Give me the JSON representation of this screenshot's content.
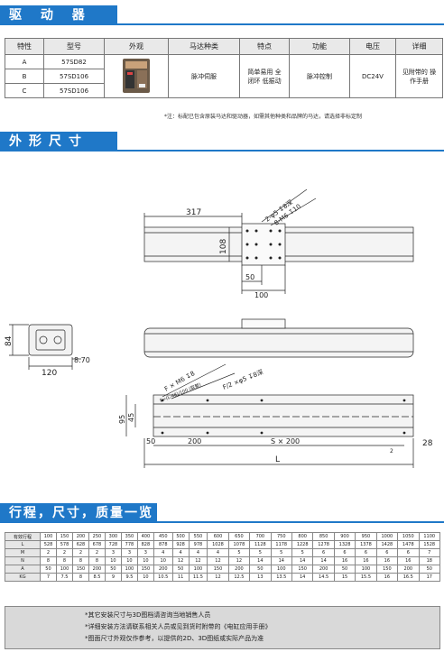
{
  "sections": {
    "drive": "驱 动 器",
    "outline": "外形尺寸",
    "stroke": "行程，尺寸，质量一览表"
  },
  "drive_table": {
    "headers": [
      "特性",
      "型号",
      "外观",
      "马达种类",
      "特点",
      "功能",
      "电压",
      "详细"
    ],
    "row_labels": [
      "A",
      "B",
      "C"
    ],
    "models": [
      "57SD82",
      "57SD106",
      "57SD106"
    ],
    "motor_type": "脉冲伺服",
    "feature": "简单易用 全闭环 低振动",
    "function": "脉冲控制",
    "voltage": "DC24V",
    "detail": "见附带的 操作手册"
  },
  "drive_note": "*注：标配已包含原装马达和驱动器，如需其他种类和品牌的马达，请选择非标定制",
  "dims": {
    "d317": "317",
    "d108": "108",
    "d50": "50",
    "d100": "100",
    "hole_a": "2-φ5  ↧8深",
    "hole_b": "8-M6 ↧10",
    "d84": "84",
    "d120": "120",
    "d870": "8.70",
    "hole_c": "F × M6 ↧8",
    "hole_d": "F/2 ×φ5  ↧8深",
    "f_note": "F=(L-48)/100 (取整)",
    "d95": "95",
    "d45": "45",
    "d200": "200",
    "ds": "S × 200",
    "d28": "28",
    "dl": "L",
    "d2": "2"
  },
  "stroke_table": {
    "rows": [
      {
        "label": "有效行程",
        "values": [
          "100",
          "150",
          "200",
          "250",
          "300",
          "350",
          "400",
          "450",
          "500",
          "550",
          "600",
          "650",
          "700",
          "750",
          "800",
          "850",
          "900",
          "950",
          "1000",
          "1050",
          "1100"
        ]
      },
      {
        "label": "L",
        "values": [
          "528",
          "578",
          "628",
          "678",
          "728",
          "778",
          "828",
          "878",
          "928",
          "978",
          "1028",
          "1078",
          "1128",
          "1178",
          "1228",
          "1278",
          "1328",
          "1378",
          "1428",
          "1478",
          "1528"
        ]
      },
      {
        "label": "M",
        "values": [
          "2",
          "2",
          "2",
          "2",
          "3",
          "3",
          "3",
          "4",
          "4",
          "4",
          "4",
          "5",
          "5",
          "5",
          "5",
          "6",
          "6",
          "6",
          "6",
          "6",
          "7"
        ]
      },
      {
        "label": "N",
        "values": [
          "8",
          "8",
          "8",
          "8",
          "10",
          "10",
          "10",
          "10",
          "12",
          "12",
          "12",
          "12",
          "14",
          "14",
          "14",
          "14",
          "16",
          "16",
          "16",
          "16",
          "18"
        ]
      },
      {
        "label": "A",
        "values": [
          "50",
          "100",
          "150",
          "200",
          "50",
          "100",
          "150",
          "200",
          "50",
          "100",
          "150",
          "200",
          "50",
          "100",
          "150",
          "200",
          "50",
          "100",
          "150",
          "200",
          "50"
        ]
      },
      {
        "label": "KG",
        "values": [
          "7",
          "7.5",
          "8",
          "8.5",
          "9",
          "9.5",
          "10",
          "10.5",
          "11",
          "11.5",
          "12",
          "12.5",
          "13",
          "13.5",
          "14",
          "14.5",
          "15",
          "15.5",
          "16",
          "16.5",
          "17"
        ]
      }
    ]
  },
  "notes": [
    "*其它安装尺寸与3D图档请咨询当地销售人员",
    "*详细安装方法请联系相关人员或见到货时附带的《电缸应用手册》",
    "*图面尺寸外观仅作参考，以提供的2D、3D图纸或实际产品为准"
  ],
  "colors": {
    "accent": "#1f78c8"
  }
}
